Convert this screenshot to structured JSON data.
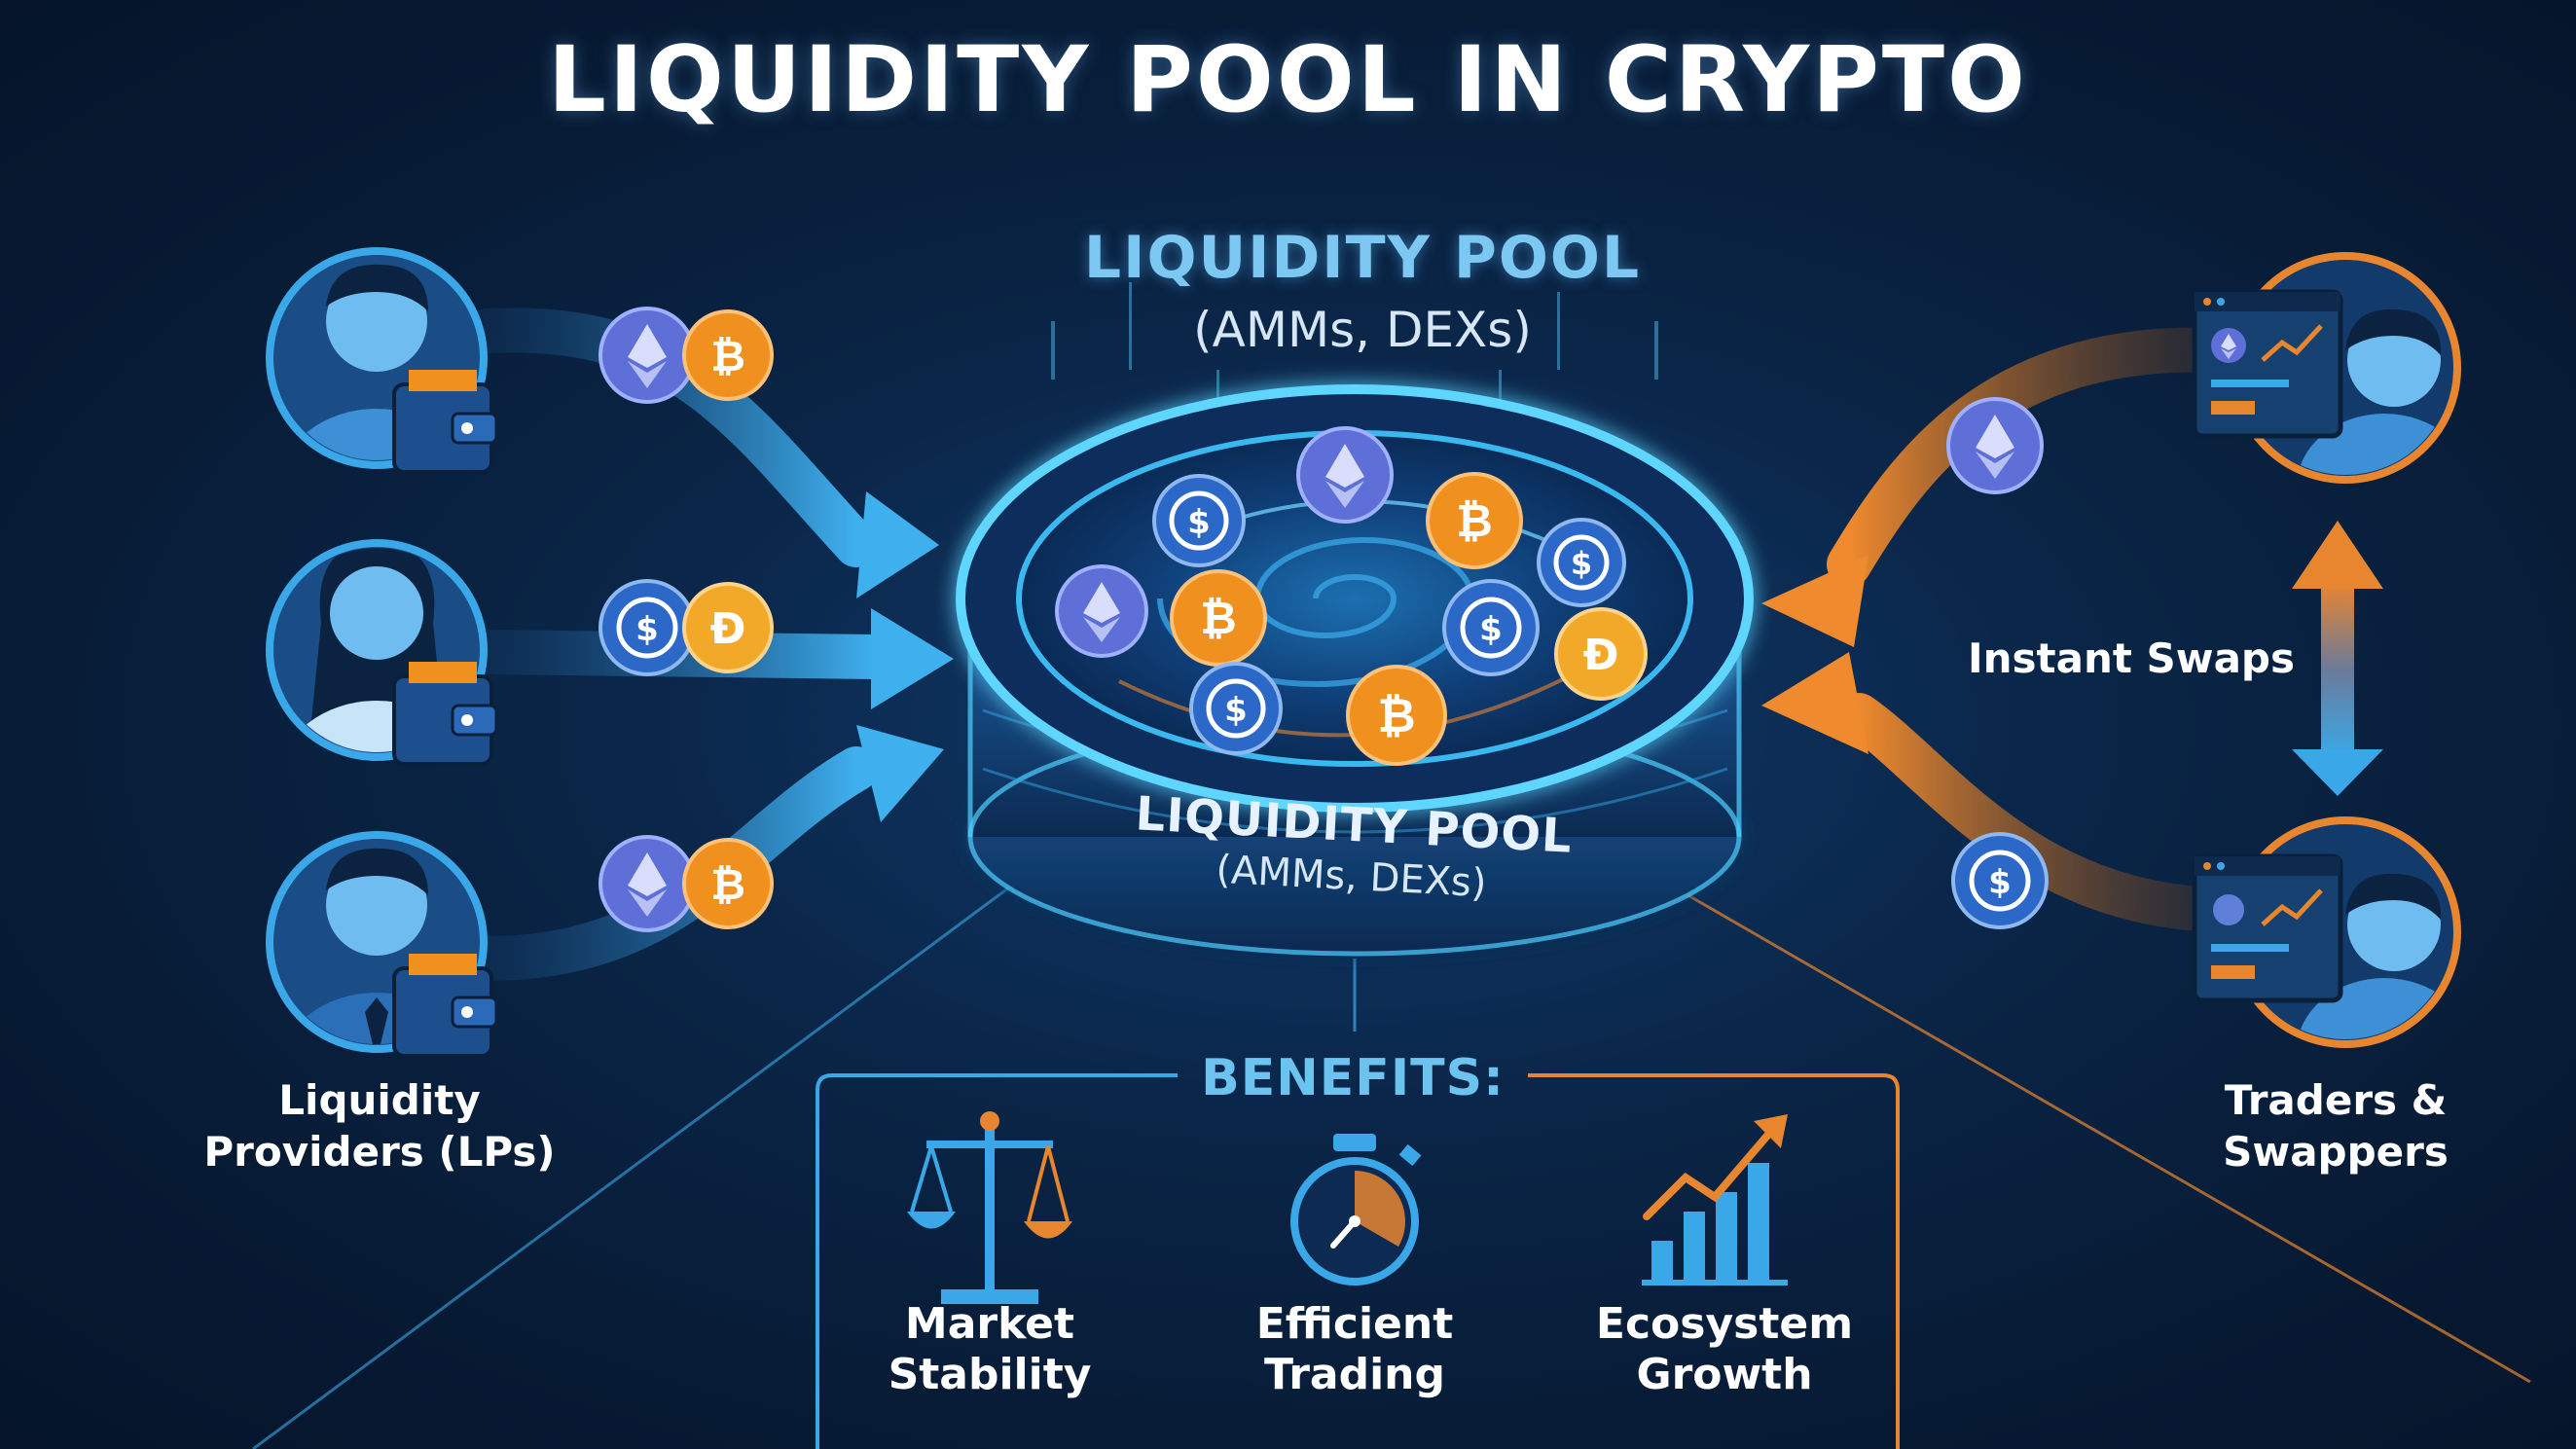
{
  "title": "LIQUIDITY POOL IN CRYPTO",
  "pool": {
    "title": "LIQUIDITY POOL",
    "subtitle": "(AMMs, DEXs)",
    "rim_title": "LIQUIDITY POOL",
    "rim_subtitle": "(AMMs, DEXs)"
  },
  "providers": {
    "label_line1": "Liquidity",
    "label_line2": "Providers (LPs)"
  },
  "traders": {
    "label_line1": "Traders &",
    "label_line2": "Swappers",
    "swap_label": "Instant Swaps"
  },
  "benefits": {
    "title": "BENEFITS:",
    "items": [
      {
        "line1": "Market",
        "line2": "Stability",
        "icon": "scales-icon"
      },
      {
        "line1": "Efficient",
        "line2": "Trading",
        "icon": "stopwatch-icon"
      },
      {
        "line1": "Ecosystem",
        "line2": "Growth",
        "icon": "growth-chart-icon"
      }
    ]
  },
  "colors": {
    "background": "#071a33",
    "accent_blue": "#3aa8e8",
    "accent_orange": "#e8862f",
    "pool_glow": "#4fd0ff",
    "bitcoin": "#f0901e",
    "ethereum": "#5f6fd8",
    "usdc": "#2c68c8",
    "dai": "#f2a92a"
  },
  "tokens": [
    "ethereum-icon",
    "bitcoin-icon",
    "usdc-icon",
    "dai-icon"
  ]
}
